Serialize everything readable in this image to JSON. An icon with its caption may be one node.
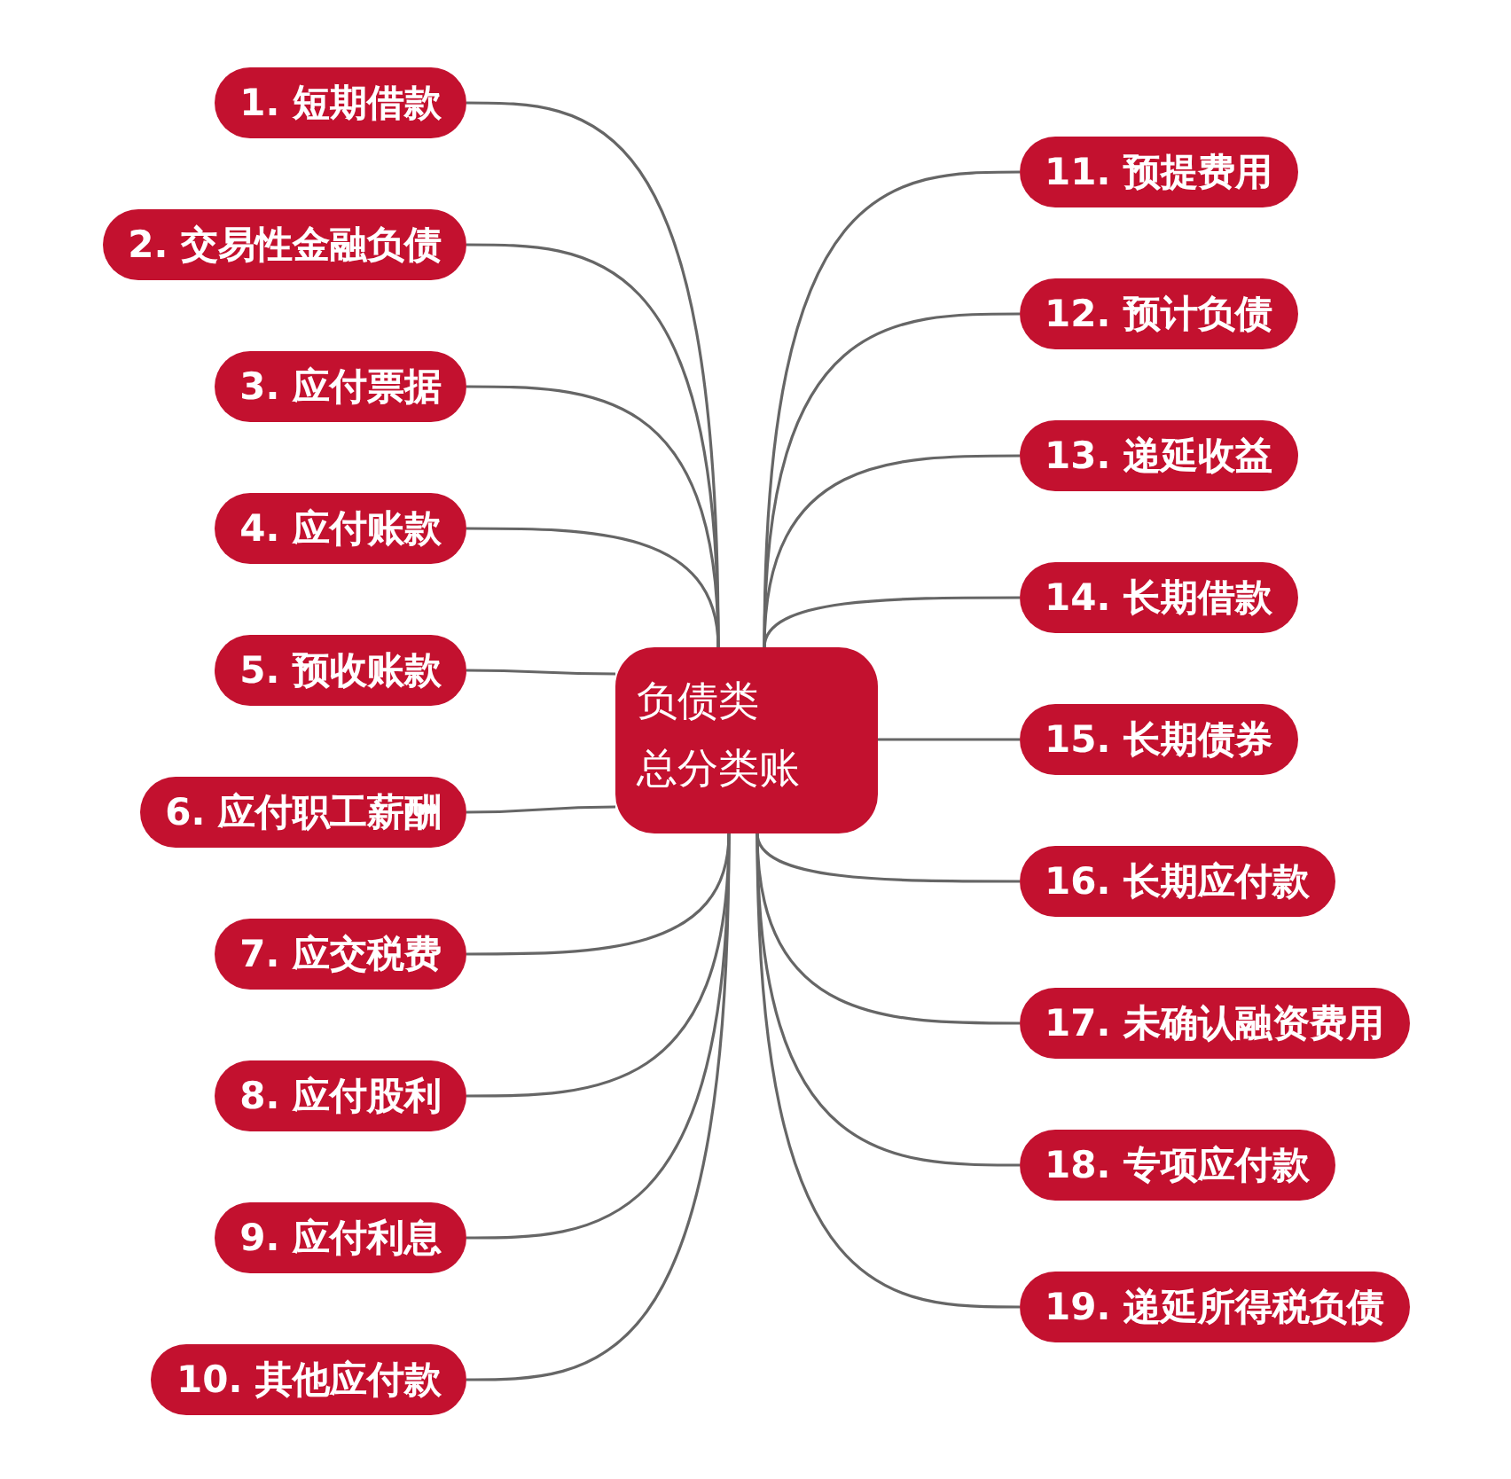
{
  "diagram": {
    "nodes": [
      {
        "text": [
          "负债类总分类账"
        ]
      },
      {
        "text": [
          "1. 短期借款"
        ]
      },
      {
        "text": [
          "2. 交易性金融负债"
        ]
      },
      {
        "text": [
          "3. 应付票据"
        ]
      },
      {
        "text": [
          "4. 应付账款"
        ]
      },
      {
        "text": [
          "5. 预收账款"
        ]
      },
      {
        "text": [
          "6. 应付职工薪酬"
        ]
      },
      {
        "text": [
          "7. 应交税费"
        ]
      },
      {
        "text": [
          "8. 应付股利"
        ]
      },
      {
        "text": [
          "9. 应付利息"
        ]
      },
      {
        "text": [
          "10. 其他应付款"
        ]
      },
      {
        "text": [
          "11. 预提费用"
        ]
      },
      {
        "text": [
          "12. 预计负债"
        ]
      },
      {
        "text": [
          "13. 递延收益"
        ]
      },
      {
        "text": [
          "14. 长期借款"
        ]
      },
      {
        "text": [
          "15. 长期债券"
        ]
      },
      {
        "text": [
          "16. 长期应付款"
        ]
      },
      {
        "text": [
          "17. 未确认融资费用"
        ]
      },
      {
        "text": [
          "18. 专项应付款"
        ]
      },
      {
        "text": [
          "19. 递延所得税负债"
        ]
      }
    ],
    "edges": [
      {
        "from": 0,
        "to": 1,
        "arrow": "none"
      },
      {
        "from": 0,
        "to": 2,
        "arrow": "none"
      },
      {
        "from": 0,
        "to": 3,
        "arrow": "none"
      },
      {
        "from": 0,
        "to": 4,
        "arrow": "none"
      },
      {
        "from": 0,
        "to": 5,
        "arrow": "none"
      },
      {
        "from": 0,
        "to": 6,
        "arrow": "none"
      },
      {
        "from": 0,
        "to": 7,
        "arrow": "none"
      },
      {
        "from": 0,
        "to": 8,
        "arrow": "none"
      },
      {
        "from": 0,
        "to": 9,
        "arrow": "none"
      },
      {
        "from": 0,
        "to": 10,
        "arrow": "none"
      },
      {
        "from": 0,
        "to": 11,
        "arrow": "none"
      },
      {
        "from": 0,
        "to": 12,
        "arrow": "none"
      },
      {
        "from": 0,
        "to": 13,
        "arrow": "none"
      },
      {
        "from": 0,
        "to": 14,
        "arrow": "none"
      },
      {
        "from": 0,
        "to": 15,
        "arrow": "none"
      },
      {
        "from": 0,
        "to": 16,
        "arrow": "none"
      },
      {
        "from": 0,
        "to": 17,
        "arrow": "none"
      },
      {
        "from": 0,
        "to": 18,
        "arrow": "none"
      },
      {
        "from": 0,
        "to": 19,
        "arrow": "none"
      }
    ]
  }
}
